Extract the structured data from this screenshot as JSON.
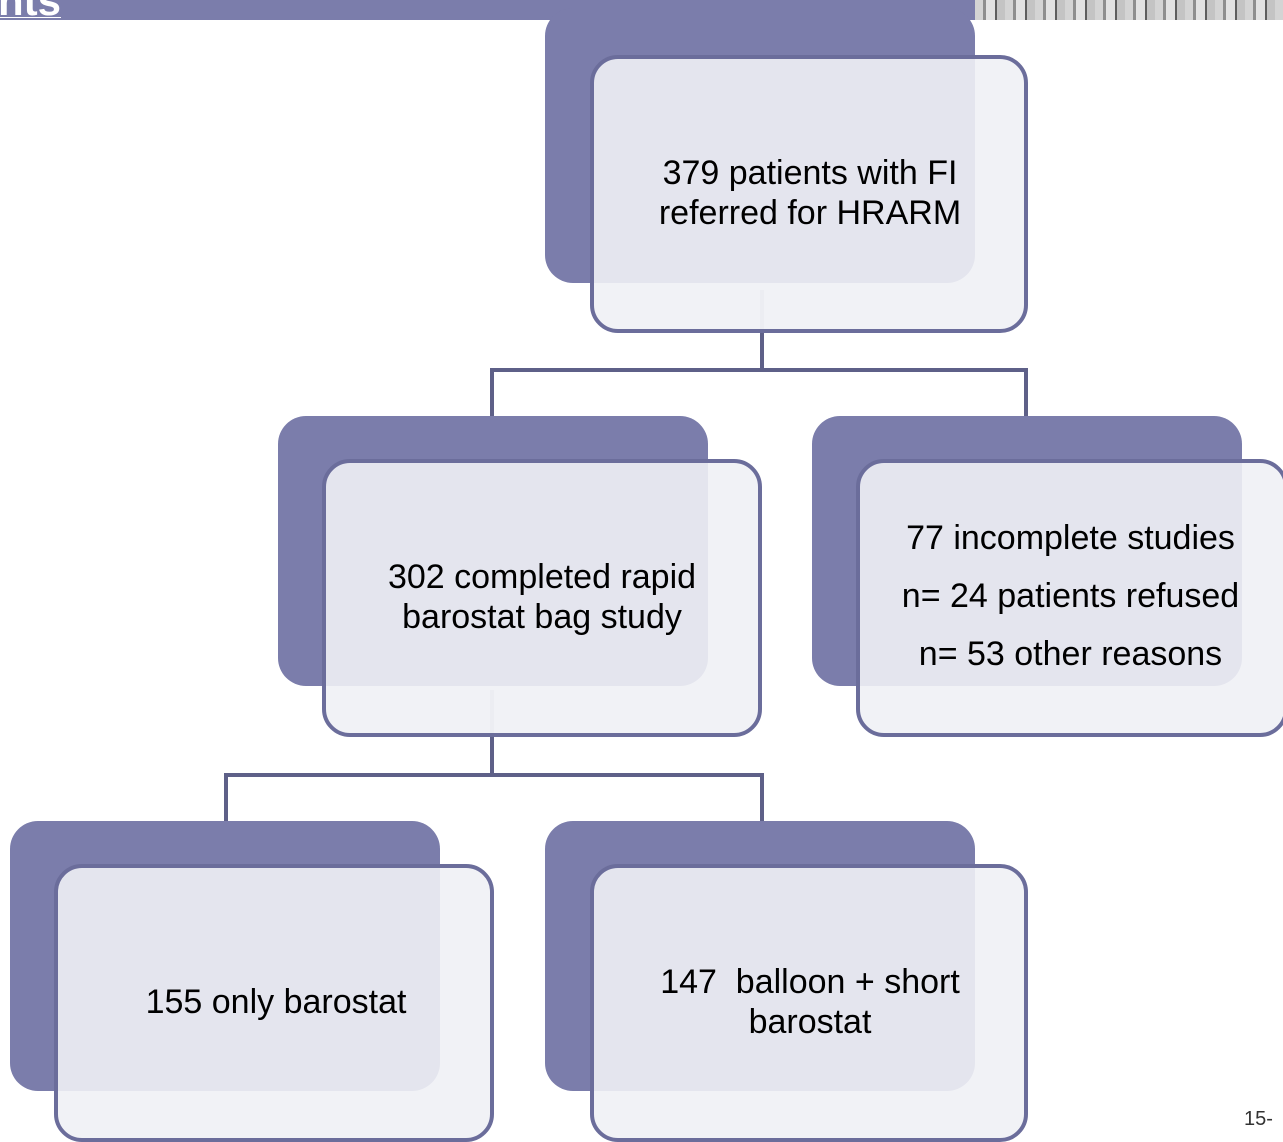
{
  "header": {
    "title": "nts"
  },
  "nodes": {
    "root": {
      "lines": [
        "379 patients with FI",
        "referred for HRARM"
      ]
    },
    "completed": {
      "lines": [
        "302 completed rapid",
        "barostat bag study"
      ]
    },
    "incomplete": {
      "lines": [
        "77 incomplete studies",
        "n= 24 patients refused",
        "n= 53 other reasons"
      ]
    },
    "only_barostat": {
      "lines": [
        "155 only barostat"
      ]
    },
    "balloon": {
      "lines": [
        "147  balloon + short",
        "barostat"
      ]
    }
  },
  "footer": {
    "page_number": "15-"
  },
  "colors": {
    "accent": "#7b7dab",
    "box_fill": "#f0f1f5",
    "border": "#6b6d9b"
  }
}
